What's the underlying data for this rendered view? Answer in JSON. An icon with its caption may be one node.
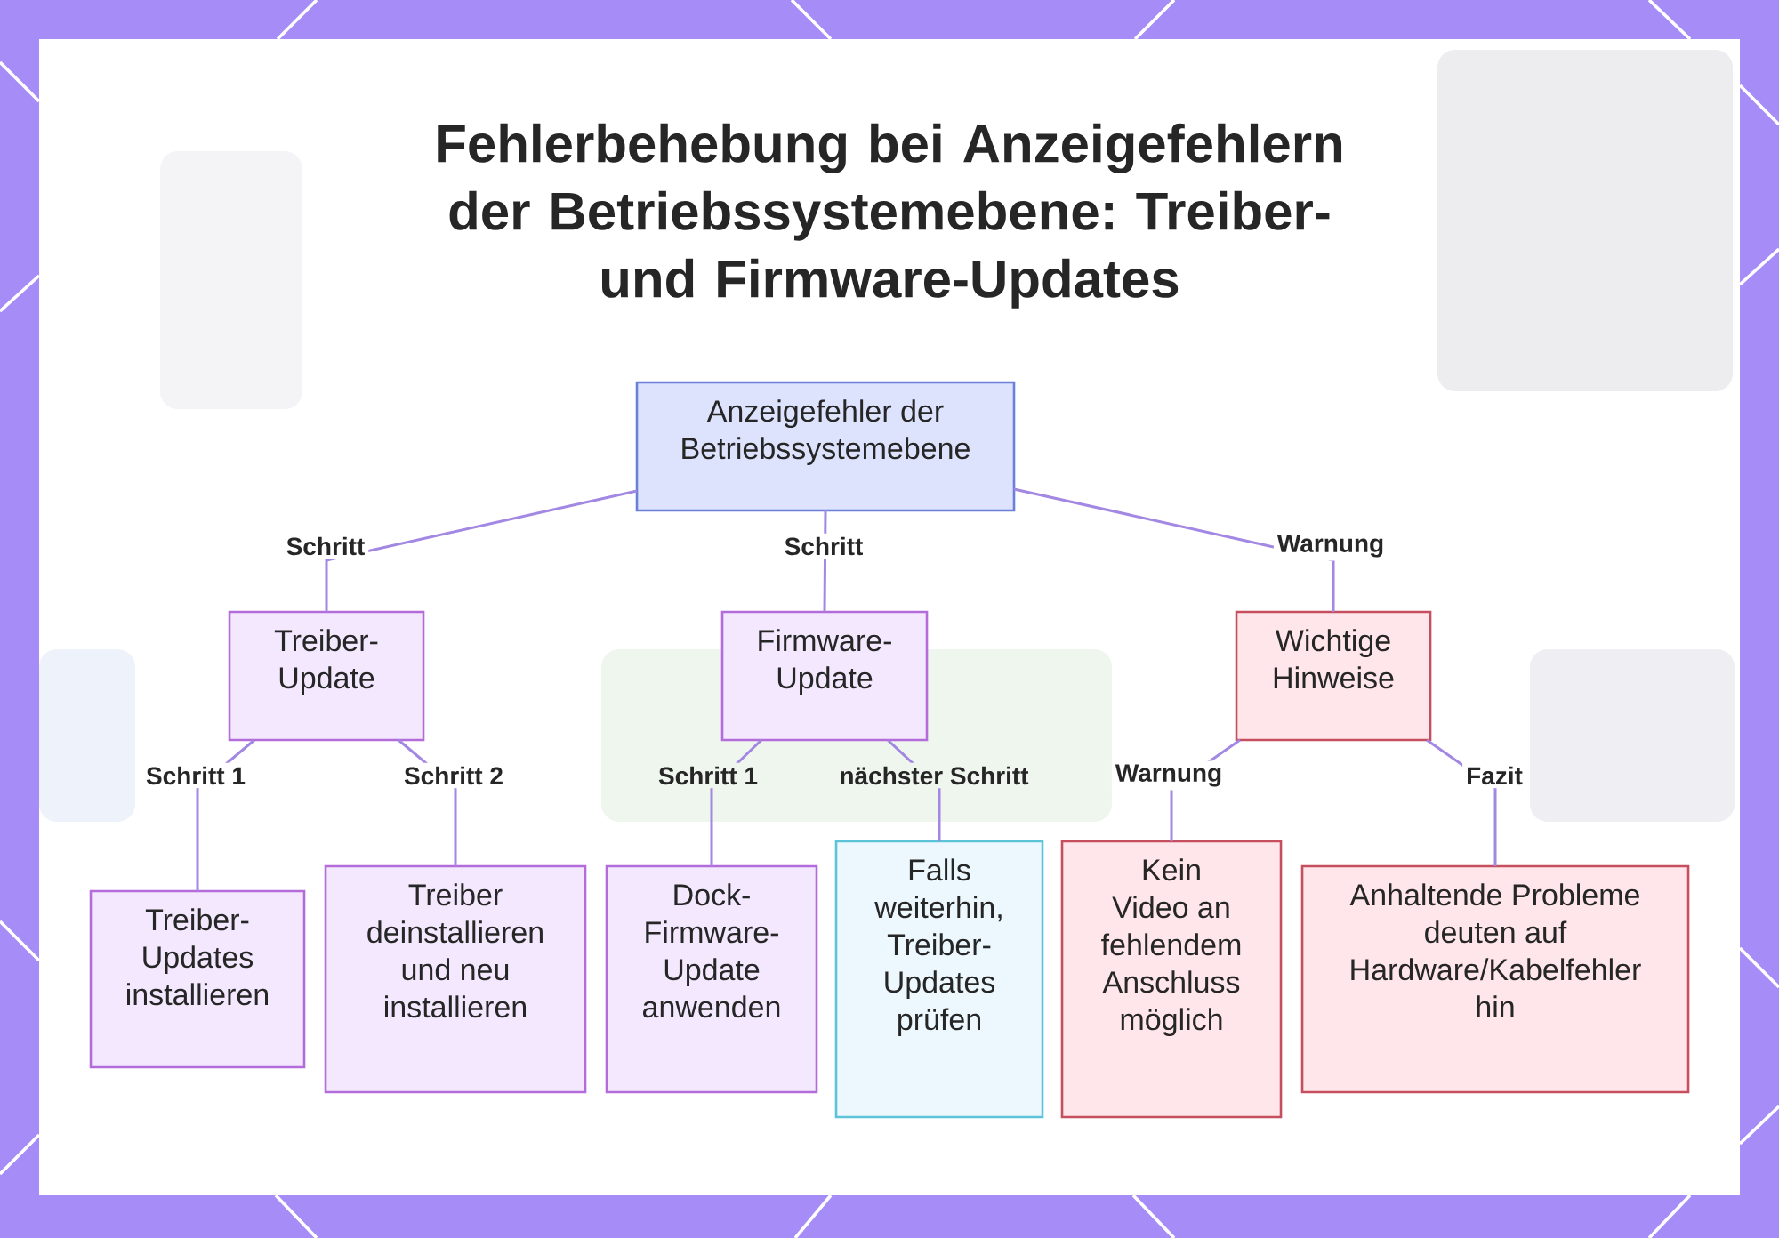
{
  "diagram": {
    "title": "Fehlerbehebung bei Anzeigefehlern der Betriebssystemebene: Treiber- und Firmware-Updates",
    "nodes": [
      {
        "text": [
          "Anzeigefehler der Betriebssystemebene"
        ]
      },
      {
        "text": [
          "Treiber-Update"
        ]
      },
      {
        "text": [
          "Firmware-Update"
        ]
      },
      {
        "text": [
          "Wichtige Hinweise"
        ]
      },
      {
        "text": [
          "Treiber-Updates installieren"
        ]
      },
      {
        "text": [
          "Treiber deinstallieren und neu installieren"
        ]
      },
      {
        "text": [
          "Dock-Firmware-Update anwenden"
        ]
      },
      {
        "text": [
          "Falls weiterhin, Treiber-Updates prüfen"
        ]
      },
      {
        "text": [
          "Kein Video an fehlendem Anschluss möglich"
        ]
      },
      {
        "text": [
          "Anhaltende Probleme deuten auf Hardware/Kabelfehler hin"
        ]
      }
    ],
    "edges": [
      {
        "from": 0,
        "to": 1,
        "arrow": "none",
        "label": "Schritt"
      },
      {
        "from": 0,
        "to": 2,
        "arrow": "none",
        "label": "Schritt"
      },
      {
        "from": 0,
        "to": 3,
        "arrow": "none",
        "label": "Warnung"
      },
      {
        "from": 1,
        "to": 4,
        "arrow": "none",
        "label": "Schritt 1"
      },
      {
        "from": 1,
        "to": 5,
        "arrow": "none",
        "label": "Schritt 2"
      },
      {
        "from": 2,
        "to": 6,
        "arrow": "none",
        "label": "Schritt 1"
      },
      {
        "from": 2,
        "to": 7,
        "arrow": "none",
        "label": "nächster Schritt"
      },
      {
        "from": 3,
        "to": 8,
        "arrow": "none",
        "label": "Warnung"
      },
      {
        "from": 3,
        "to": 9,
        "arrow": "none",
        "label": "Fazit"
      }
    ]
  }
}
